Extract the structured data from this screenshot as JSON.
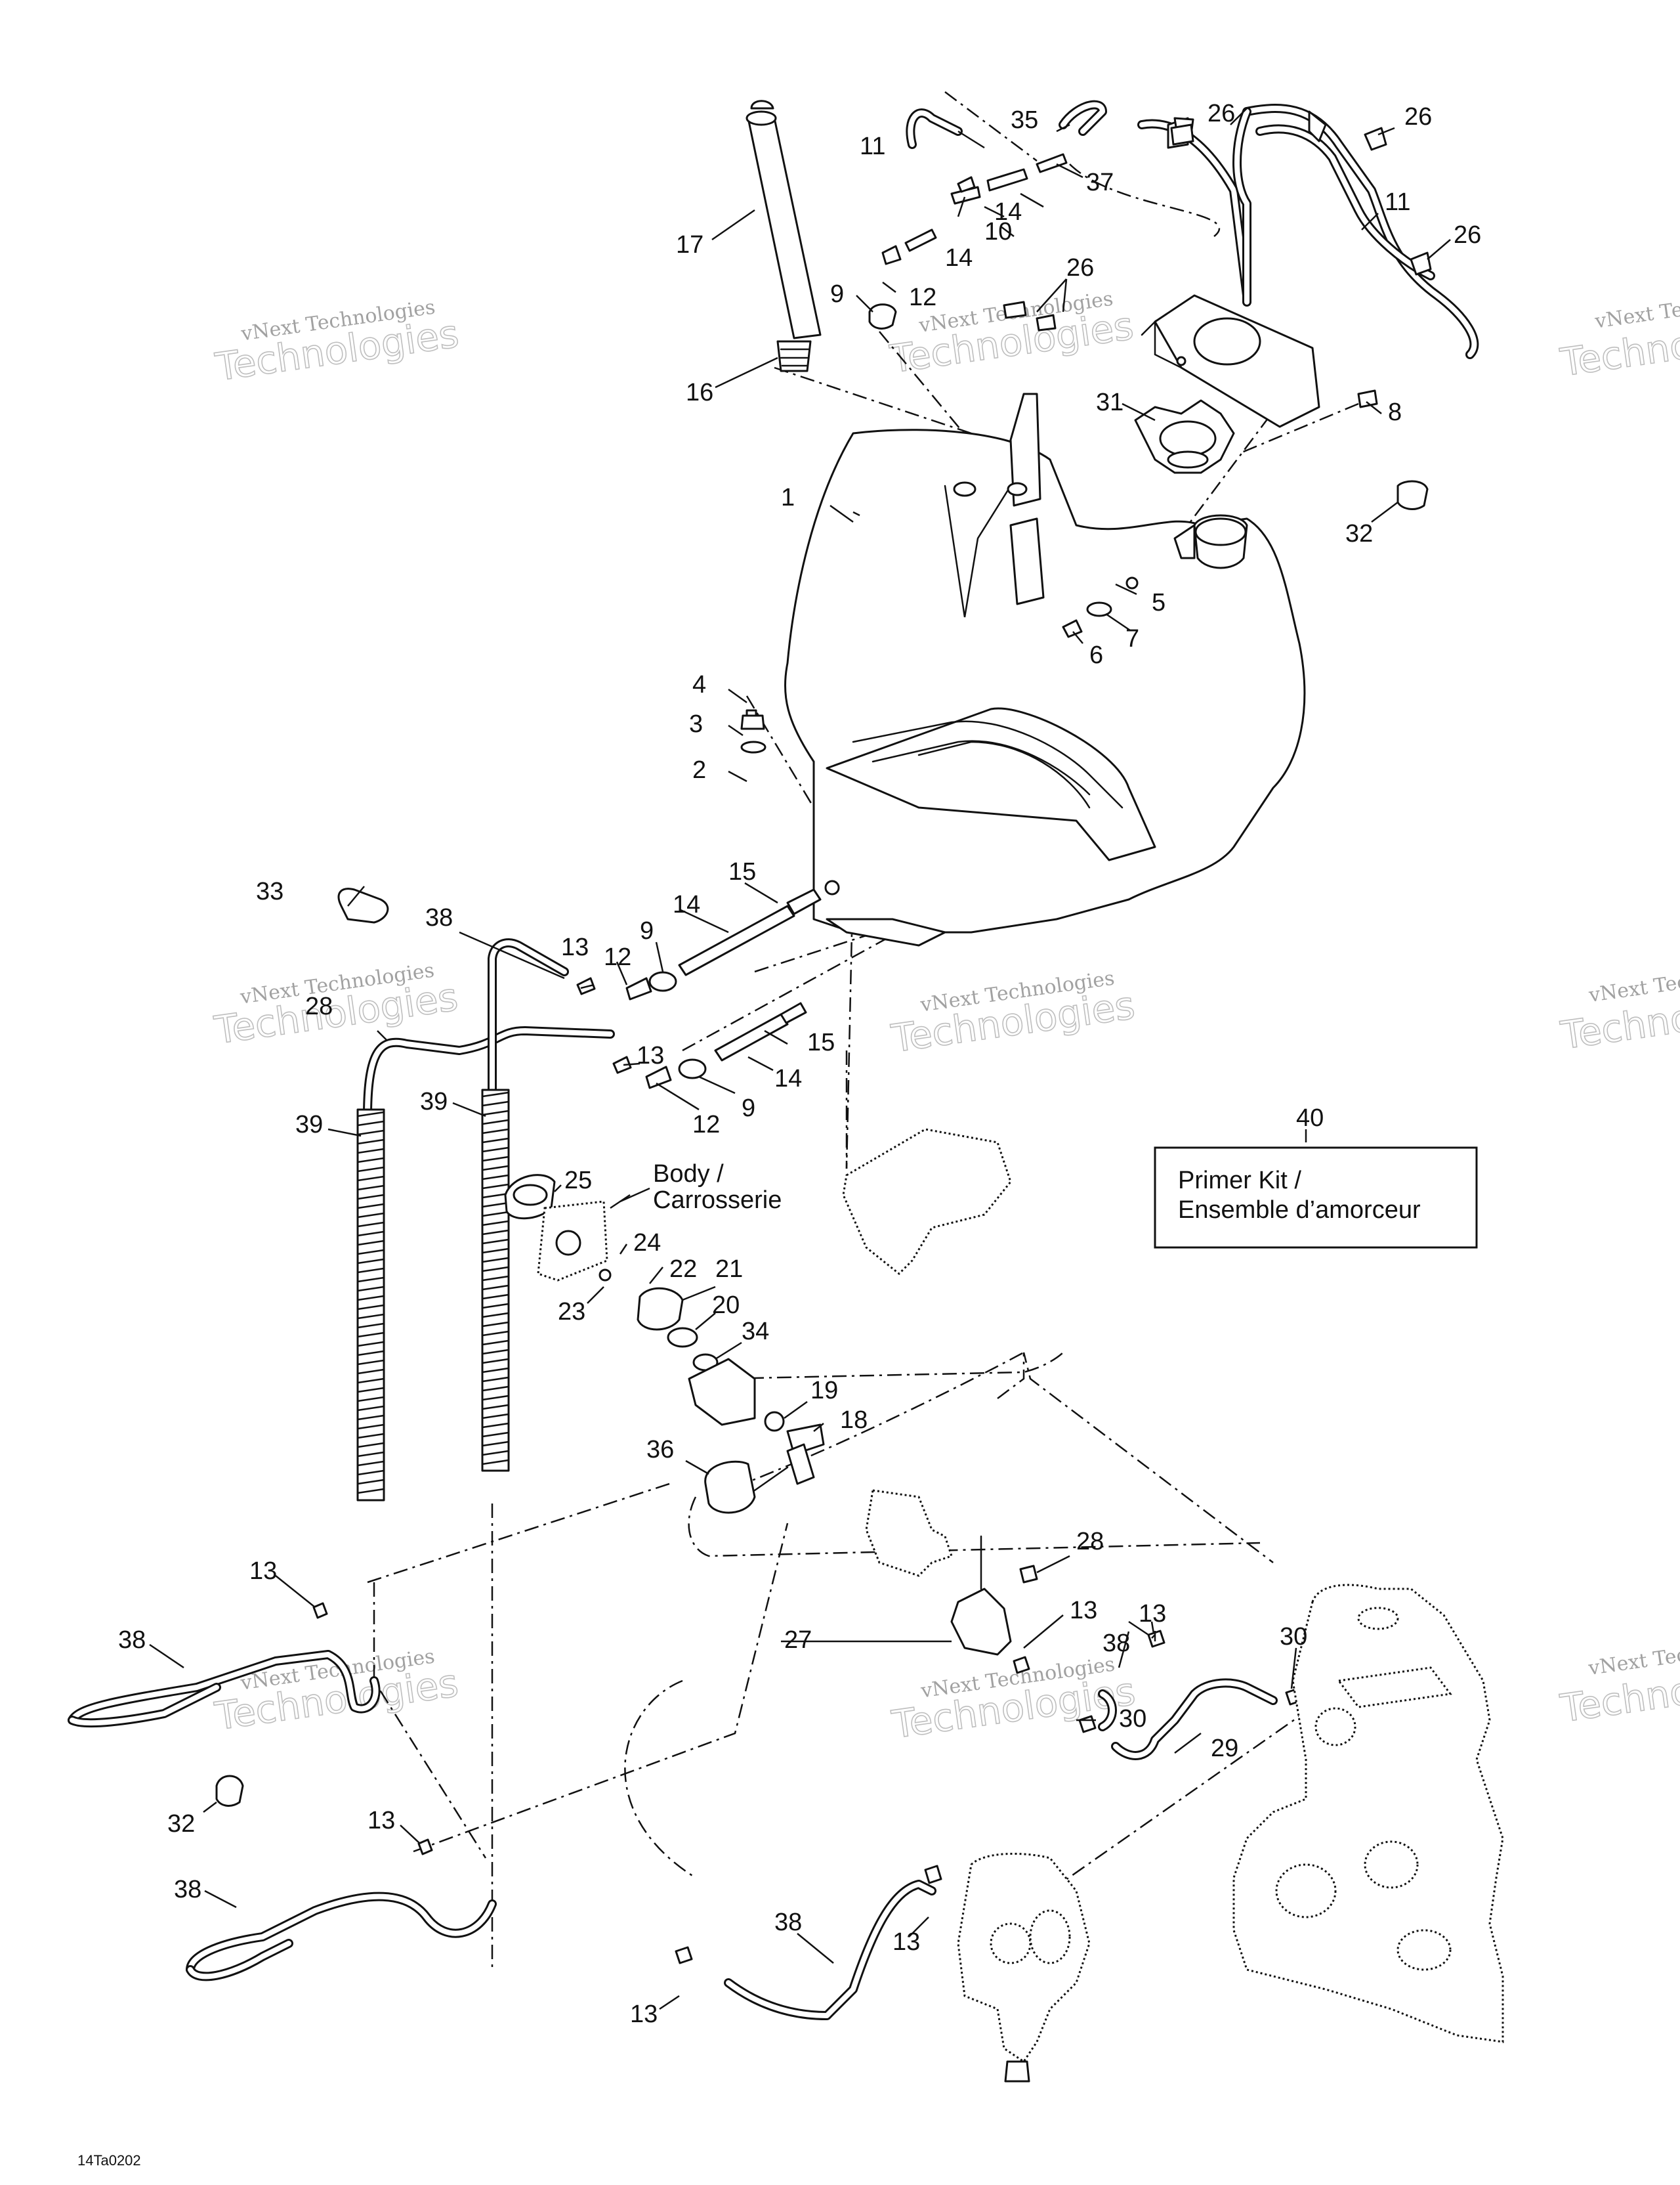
{
  "callouts": {
    "p1": "1",
    "p2": "2",
    "p3": "3",
    "p4": "4",
    "p5": "5",
    "p6": "6",
    "p7": "7",
    "p8": "8",
    "p9a": "9",
    "p9b": "9",
    "p9c": "9",
    "p10": "10",
    "p11a": "11",
    "p11b": "11",
    "p12a": "12",
    "p12b": "12",
    "p12c": "12",
    "p13a": "13",
    "p13b": "13",
    "p13c": "13",
    "p13d": "13",
    "p13e": "13",
    "p13f": "13",
    "p13g": "13",
    "p13h": "13",
    "p14a": "14",
    "p14b": "14",
    "p14c": "14",
    "p14d": "14",
    "p15a": "15",
    "p15b": "15",
    "p16": "16",
    "p17": "17",
    "p18": "18",
    "p19": "19",
    "p20": "20",
    "p21": "21",
    "p22": "22",
    "p23": "23",
    "p24": "24",
    "p25": "25",
    "p26a": "26",
    "p26b": "26",
    "p26c": "26",
    "p26d": "26",
    "p27": "27",
    "p28": "28",
    "p28b": "28",
    "p29": "29",
    "p30a": "30",
    "p30b": "30",
    "p31": "31",
    "p32a": "32",
    "p32b": "32",
    "p33": "33",
    "p34": "34",
    "p35": "35",
    "p36": "36",
    "p37": "37",
    "p38a": "38",
    "p38b": "38",
    "p38c": "38",
    "p38d": "38",
    "p38e": "38",
    "p39a": "39",
    "p39b": "39",
    "p40": "40"
  },
  "body_note": {
    "line1": "Body /",
    "line2": "Carrosserie"
  },
  "kit_box": {
    "line1": "Primer Kit /",
    "line2": "Ensemble d’amorceur"
  },
  "drawing_code": "14Ta0202",
  "watermark": {
    "line1": "vNext Technologies",
    "line2": "Technologies"
  }
}
